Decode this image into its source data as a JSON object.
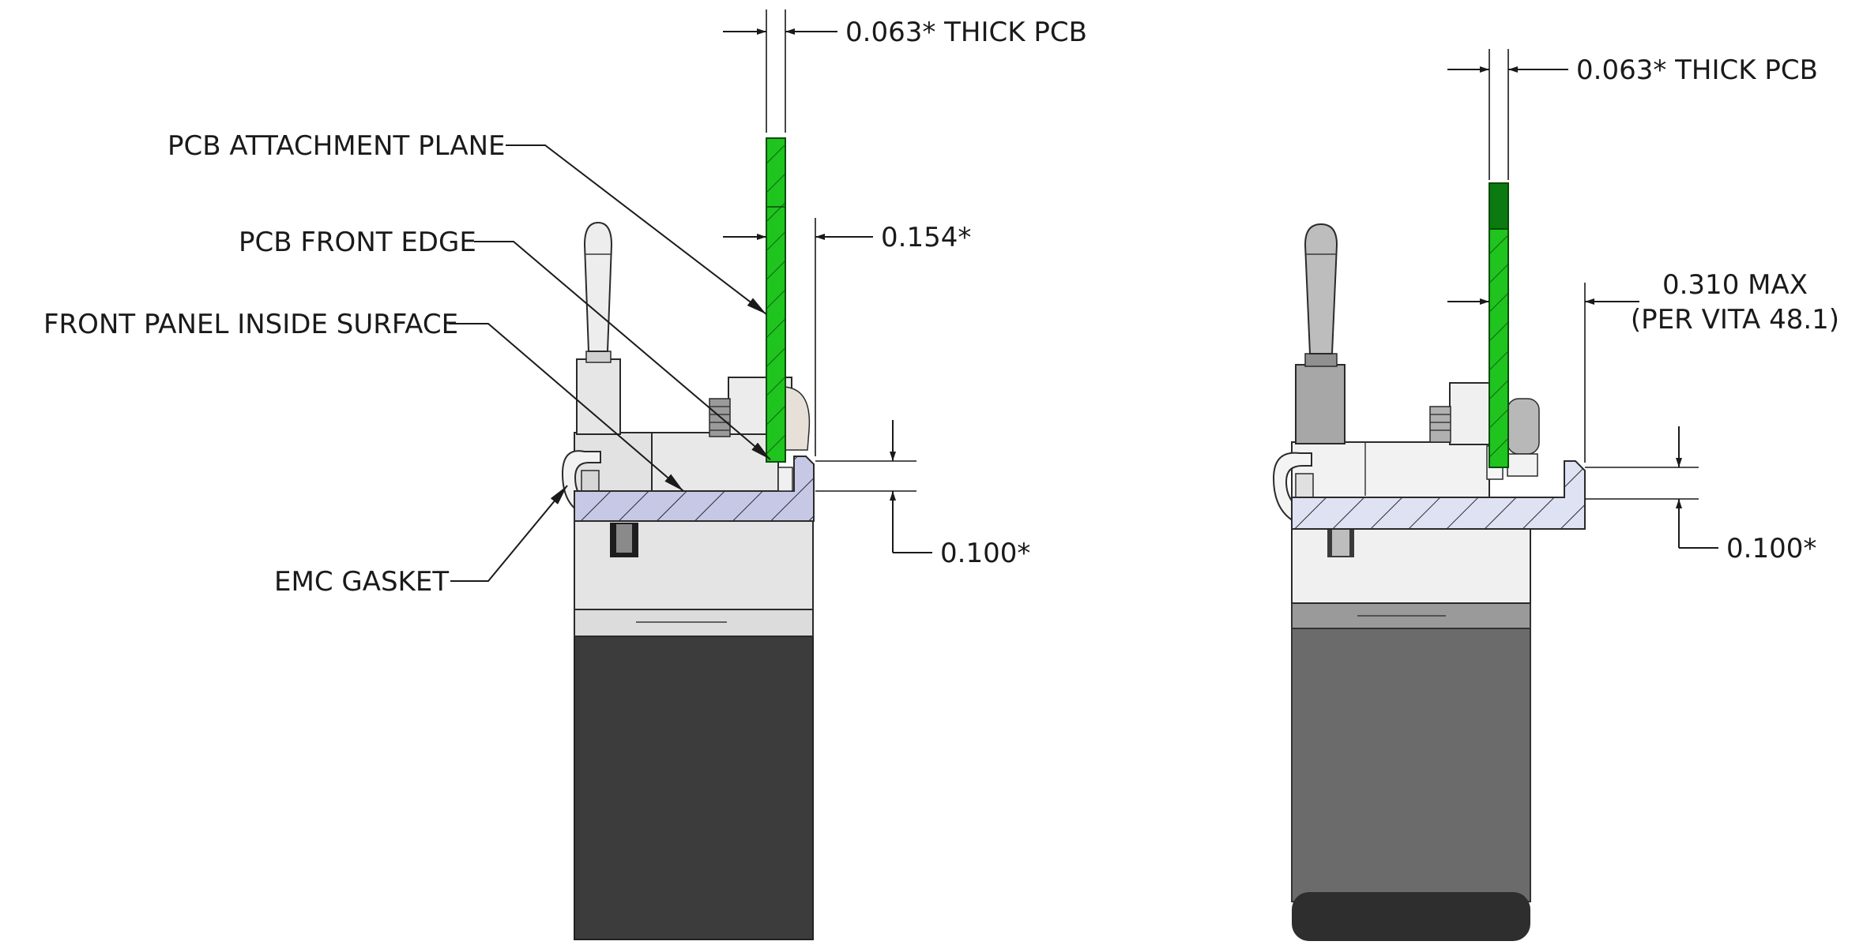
{
  "colors": {
    "pcb_green": "#1fc41f",
    "pcb_dark_green": "#0b7a10",
    "panel_section": "#c6c8e6",
    "panel_section_light": "#dfe2f3",
    "handle_light": "#dcdcdc",
    "handle_dark_left": "#3c3c3c",
    "handle_dark_right": "#6b6b6b",
    "line": "#1a1a1a"
  },
  "left_view": {
    "dim_pcb_thickness": "0.063* THICK PCB",
    "label_attachment_plane": "PCB ATTACHMENT PLANE",
    "label_front_edge": "PCB FRONT EDGE",
    "dim_attachment_offset": "0.154*",
    "label_panel_inside": "FRONT PANEL INSIDE SURFACE",
    "dim_panel_thickness": "0.100*",
    "label_gasket": "EMC GASKET"
  },
  "right_view": {
    "dim_pcb_thickness": "0.063* THICK PCB",
    "dim_max_line1": "0.310 MAX",
    "dim_max_line2": "(PER VITA 48.1)",
    "dim_panel_thickness": "0.100*"
  }
}
